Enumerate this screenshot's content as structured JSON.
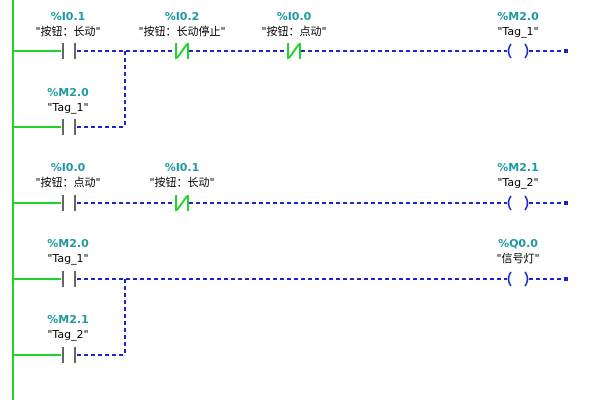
{
  "editor": {
    "colors": {
      "rail": "#22d42a",
      "powered_wire": "#22d42a",
      "unpowered_wire": "#1a26c8",
      "address": "#1e9aa0",
      "tag": "#000000"
    },
    "rungs": [
      {
        "elements": [
          {
            "kind": "contact_no",
            "address": "%I0.1",
            "tag": "\"按钮：长动\""
          },
          {
            "kind": "contact_nc",
            "address": "%I0.2",
            "tag": "\"按钮：长动停止\""
          },
          {
            "kind": "contact_nc",
            "address": "%I0.0",
            "tag": "\"按钮：点动\""
          },
          {
            "kind": "coil",
            "address": "%M2.0",
            "tag": "\"Tag_1\""
          }
        ],
        "branch": {
          "kind": "contact_no",
          "address": "%M2.0",
          "tag": "\"Tag_1\""
        }
      },
      {
        "elements": [
          {
            "kind": "contact_no",
            "address": "%I0.0",
            "tag": "\"按钮：点动\""
          },
          {
            "kind": "contact_nc",
            "address": "%I0.1",
            "tag": "\"按钮：长动\""
          },
          {
            "kind": "coil",
            "address": "%M2.1",
            "tag": "\"Tag_2\""
          }
        ]
      },
      {
        "elements": [
          {
            "kind": "contact_no",
            "address": "%M2.0",
            "tag": "\"Tag_1\""
          },
          {
            "kind": "coil",
            "address": "%Q0.0",
            "tag": "\"信号灯\""
          }
        ],
        "branch": {
          "kind": "contact_no",
          "address": "%M2.1",
          "tag": "\"Tag_2\""
        }
      }
    ]
  }
}
